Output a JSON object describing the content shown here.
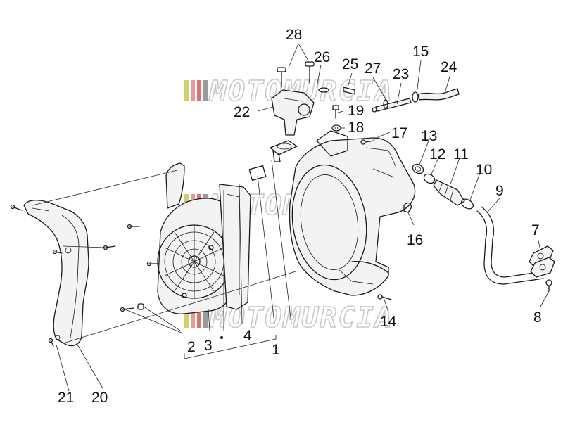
{
  "watermark": {
    "text": "MOTOMURCIA",
    "colors": [
      "#c9d46a",
      "#e79a9a",
      "#e07070",
      "#9a9a9a"
    ]
  },
  "callouts": [
    {
      "id": "1",
      "label": "1"
    },
    {
      "id": "2",
      "label": "2"
    },
    {
      "id": "3",
      "label": "3"
    },
    {
      "id": "4",
      "label": "4"
    },
    {
      "id": "7",
      "label": "7"
    },
    {
      "id": "8",
      "label": "8"
    },
    {
      "id": "9",
      "label": "9"
    },
    {
      "id": "10",
      "label": "10"
    },
    {
      "id": "11",
      "label": "11"
    },
    {
      "id": "12",
      "label": "12"
    },
    {
      "id": "13",
      "label": "13"
    },
    {
      "id": "14",
      "label": "14"
    },
    {
      "id": "15",
      "label": "15"
    },
    {
      "id": "16",
      "label": "16"
    },
    {
      "id": "17",
      "label": "17"
    },
    {
      "id": "18",
      "label": "18"
    },
    {
      "id": "19",
      "label": "19"
    },
    {
      "id": "20",
      "label": "20"
    },
    {
      "id": "21",
      "label": "21"
    },
    {
      "id": "22",
      "label": "22"
    },
    {
      "id": "23",
      "label": "23"
    },
    {
      "id": "24",
      "label": "24"
    },
    {
      "id": "25",
      "label": "25"
    },
    {
      "id": "26",
      "label": "26"
    },
    {
      "id": "27",
      "label": "27"
    },
    {
      "id": "28",
      "label": "28"
    }
  ]
}
